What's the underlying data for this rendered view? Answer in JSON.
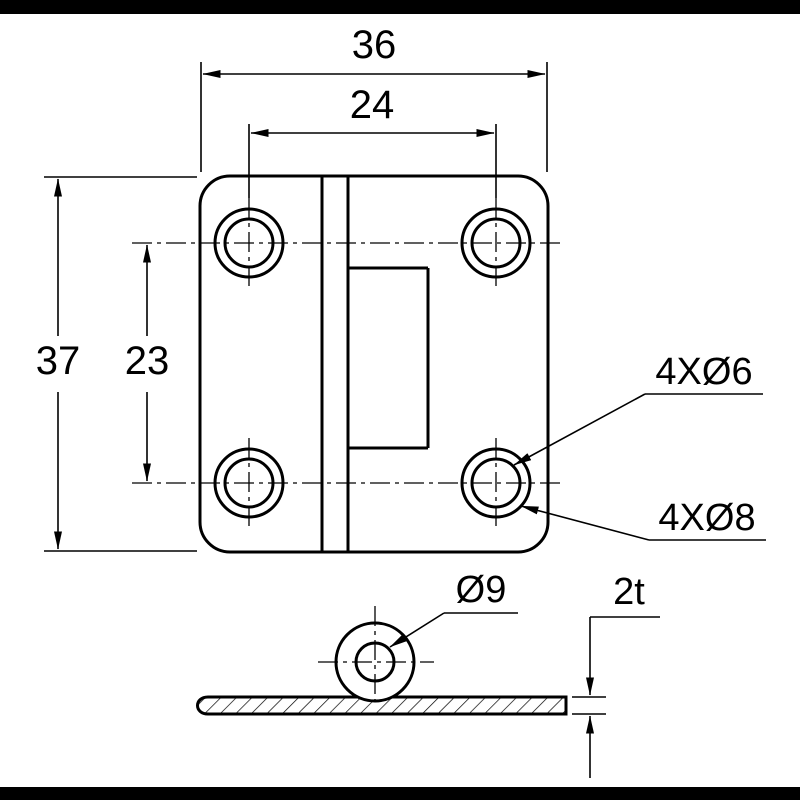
{
  "drawing": {
    "type": "technical-drawing-hinge",
    "top_view": {
      "dim_overall_width": "36",
      "dim_hole_spacing_x": "24",
      "dim_overall_height": "37",
      "dim_hole_spacing_y": "23",
      "label_counterbore_small": "4XØ6",
      "label_counterbore_large": "4XØ8"
    },
    "side_view": {
      "label_knuckle_diameter": "Ø9",
      "label_plate_thickness": "2t"
    },
    "colors": {
      "line": "#000000",
      "background": "#ffffff",
      "letterbox": "#000000"
    }
  }
}
